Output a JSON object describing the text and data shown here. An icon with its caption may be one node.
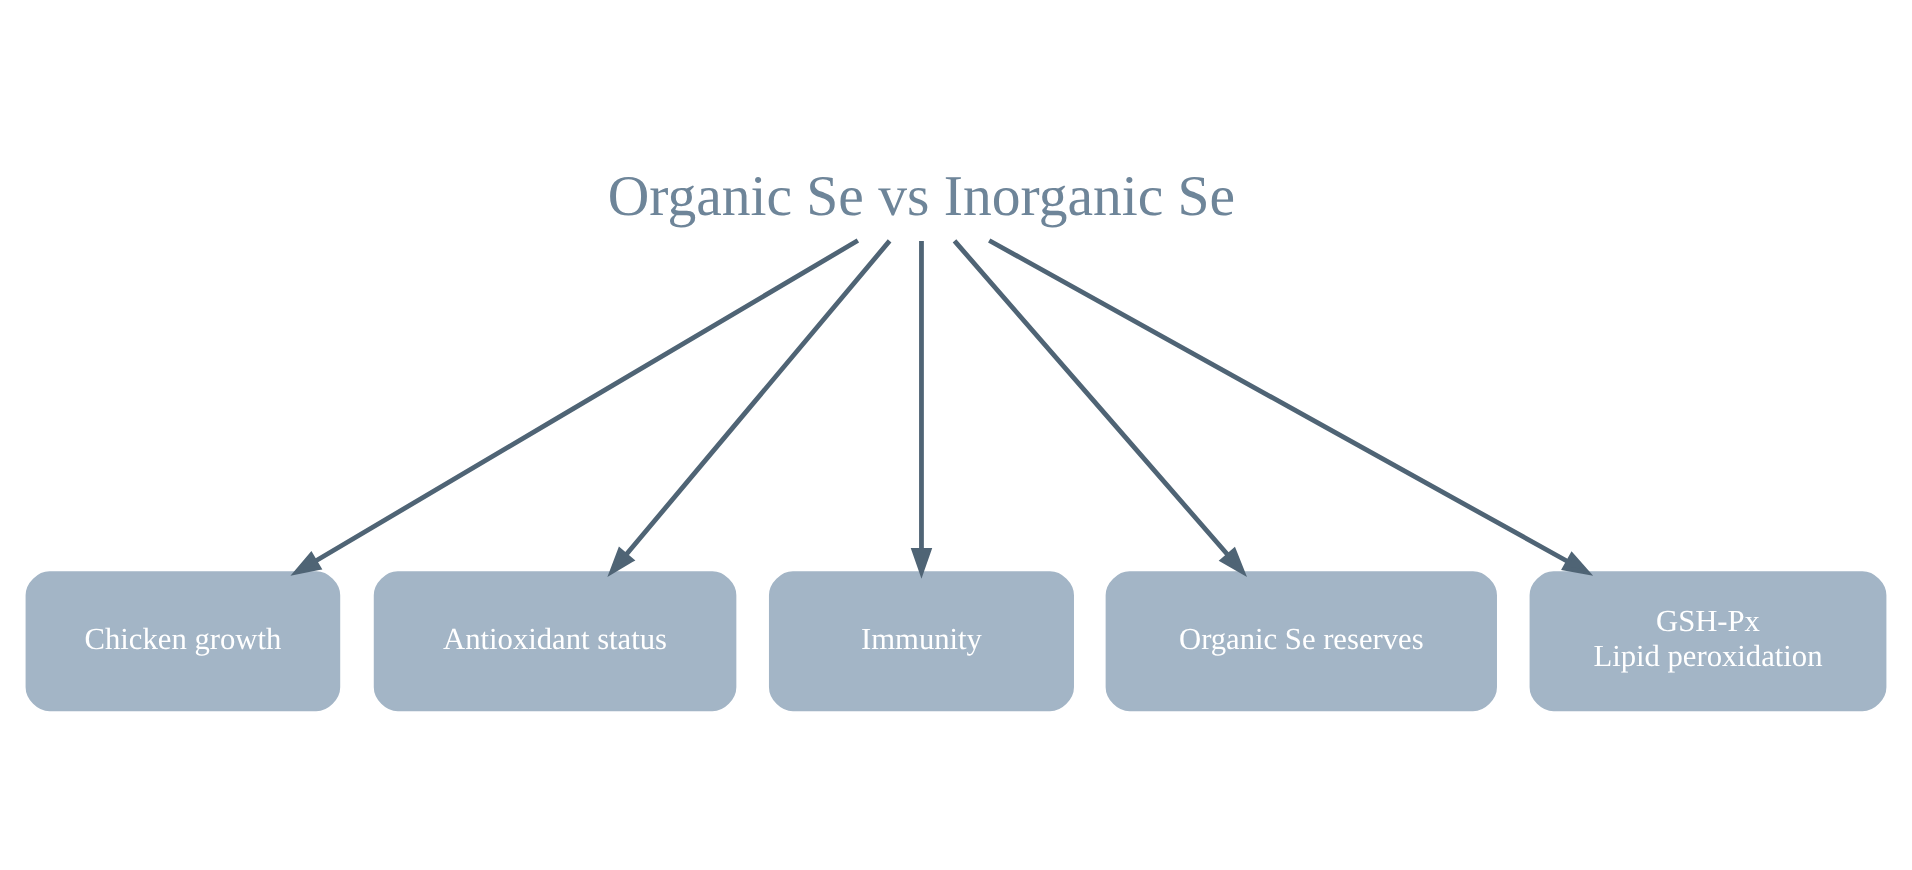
{
  "diagram": {
    "nodes": [
      {
        "text": [
          "Organic Se vs Inorganic Se"
        ]
      },
      {
        "text": [
          "Chicken growth"
        ]
      },
      {
        "text": [
          "Antioxidant status"
        ]
      },
      {
        "text": [
          "Immunity"
        ]
      },
      {
        "text": [
          "Organic Se reserves"
        ]
      },
      {
        "text": [
          "GSH-Px",
          "Lipid peroxidation"
        ]
      }
    ],
    "edges": [
      {
        "from": 0,
        "to": 1,
        "arrow": "to"
      },
      {
        "from": 0,
        "to": 2,
        "arrow": "to"
      },
      {
        "from": 0,
        "to": 3,
        "arrow": "to"
      },
      {
        "from": 0,
        "to": 4,
        "arrow": "to"
      },
      {
        "from": 0,
        "to": 5,
        "arrow": "to"
      }
    ]
  }
}
